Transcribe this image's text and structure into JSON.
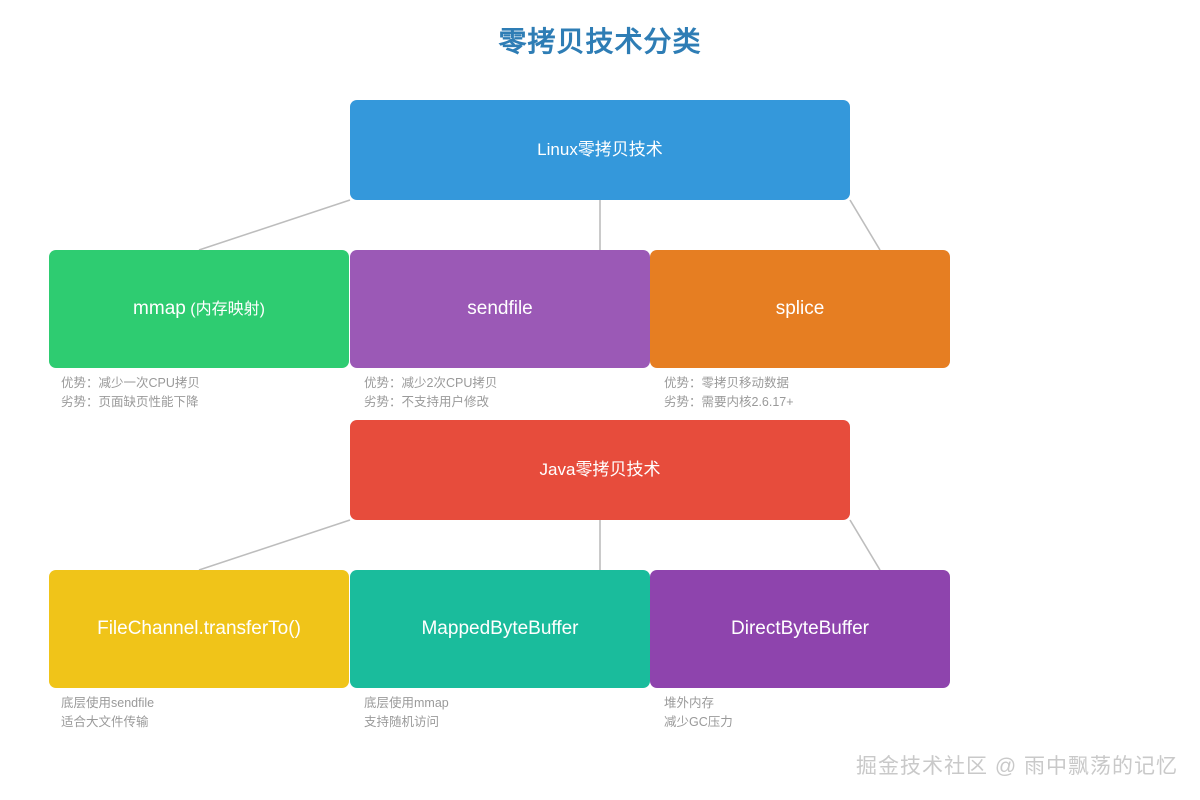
{
  "title": "零拷贝技术分类",
  "colors": {
    "title": "#2e7db5",
    "linux_root": "#3498db",
    "java_root": "#e74c3c",
    "mmap": "#2ecc71",
    "sendfile": "#9b59b6",
    "splice": "#e67e22",
    "file_channel": "#f0c419",
    "mapped_byte_buffer": "#1abc9c",
    "direct_byte_buffer": "#8e44ad",
    "connector": "#bdbdbd",
    "caption": "#9a9a9a",
    "watermark": "#c9c9c9"
  },
  "tree": {
    "linux": {
      "label": "Linux零拷贝技术",
      "children": [
        {
          "label_main": "mmap",
          "label_sub": " (内存映射)",
          "caption": [
            "优势：减少一次CPU拷贝",
            "劣势：页面缺页性能下降"
          ]
        },
        {
          "label_main": "sendfile",
          "label_sub": "",
          "caption": [
            "优势：减少2次CPU拷贝",
            "劣势：不支持用户修改"
          ]
        },
        {
          "label_main": "splice",
          "label_sub": "",
          "caption": [
            "优势：零拷贝移动数据",
            "劣势：需要内核2.6.17+"
          ]
        }
      ]
    },
    "java": {
      "label": "Java零拷贝技术",
      "children": [
        {
          "label_main": "FileChannel.transferTo()",
          "label_sub": "",
          "caption": [
            "底层使用sendfile",
            "适合大文件传输"
          ]
        },
        {
          "label_main": "MappedByteBuffer",
          "label_sub": "",
          "caption": [
            "底层使用mmap",
            "支持随机访问"
          ]
        },
        {
          "label_main": "DirectByteBuffer",
          "label_sub": "",
          "caption": [
            "堆外内存",
            "减少GC压力"
          ]
        }
      ]
    }
  },
  "watermark": "掘金技术社区 @ 雨中飘荡的记忆"
}
